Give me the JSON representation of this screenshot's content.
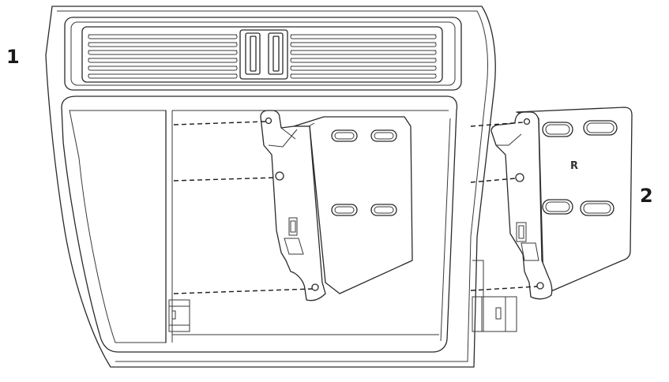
{
  "diagram": {
    "step_labels": [
      "1",
      "2"
    ],
    "side_marking": "R"
  }
}
